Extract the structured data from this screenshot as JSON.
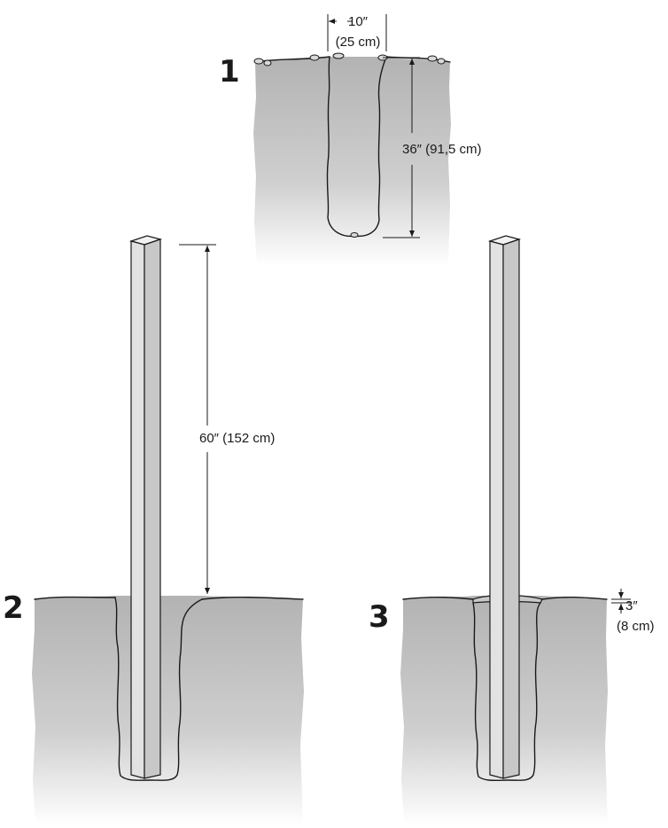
{
  "steps": {
    "step1": {
      "number": "1",
      "width_label": "10″",
      "width_label_metric": "(25 cm)",
      "depth_label": "36″ (91,5 cm)"
    },
    "step2": {
      "number": "2",
      "height_label": "60″ (152 cm)"
    },
    "step3": {
      "number": "3",
      "gap_label": "3″",
      "gap_label_metric": "(8 cm)"
    }
  },
  "colors": {
    "soil": "#b3b3b3",
    "soil_light": "#e8e8e8",
    "hole_center": "#e4e4e4",
    "hole_edge": "#b9b9b9",
    "post_face": "#e2e2e2",
    "post_side": "#c8c8c8",
    "post_top": "#f2f2f2",
    "ink": "#1a1a1a"
  }
}
